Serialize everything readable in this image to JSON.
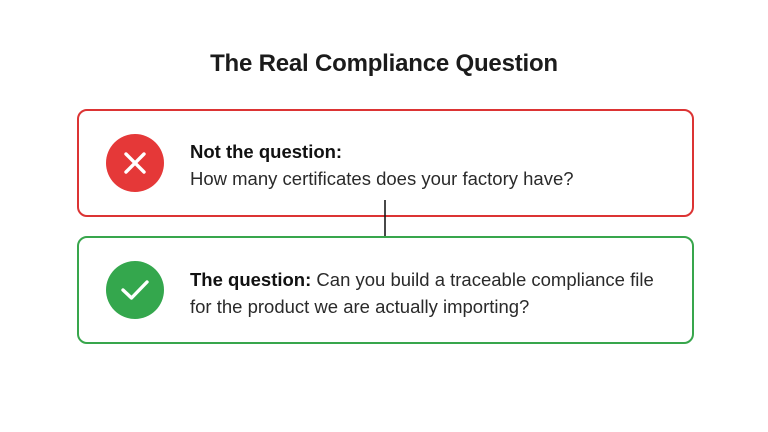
{
  "title": "The Real Compliance Question",
  "cards": [
    {
      "lead": "Not the question:",
      "body": "How many certificates does your factory have?",
      "icon": "x-icon",
      "color": "#dc3434"
    },
    {
      "lead": "The question:",
      "body": "Can you build a traceable compliance file for the product we are actually importing?",
      "icon": "check-icon",
      "color": "#38a64c"
    }
  ]
}
